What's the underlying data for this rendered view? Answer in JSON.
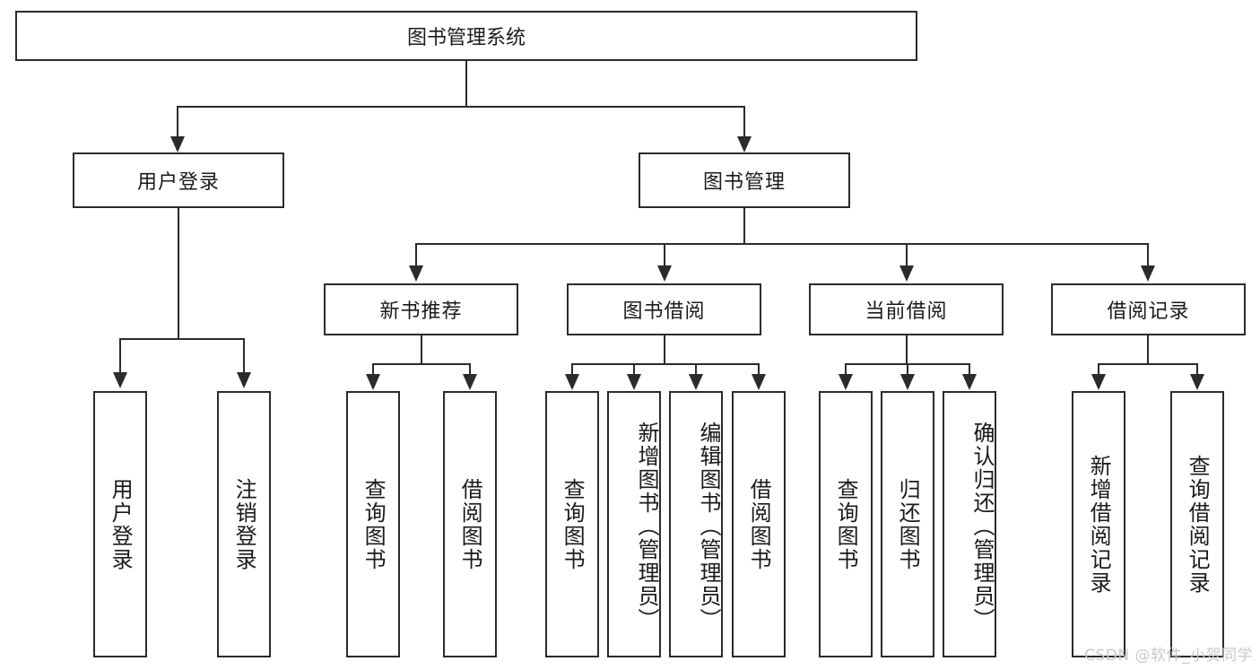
{
  "diagram": {
    "title": "图书管理系统",
    "type": "tree-hierarchy",
    "watermark": "CSDN @软件_小贺同学",
    "colors": {
      "stroke": "#2b2b2b",
      "fill": "#ffffff",
      "text": "#1a1a1a",
      "watermark": "#c9c9c9"
    },
    "root": {
      "label": "图书管理系统"
    },
    "level2": [
      {
        "label": "用户登录"
      },
      {
        "label": "图书管理"
      }
    ],
    "level3": [
      {
        "label": "新书推荐"
      },
      {
        "label": "图书借阅"
      },
      {
        "label": "当前借阅"
      },
      {
        "label": "借阅记录"
      }
    ],
    "leaves": {
      "user_login": [
        {
          "label": "用户登录"
        },
        {
          "label": "注销登录"
        }
      ],
      "new_book_recommend": [
        {
          "label": "查询图书"
        },
        {
          "label": "借阅图书"
        }
      ],
      "book_borrow": [
        {
          "label": "查询图书"
        },
        {
          "label": "新增图书（管理员）"
        },
        {
          "label": "编辑图书（管理员）"
        },
        {
          "label": "借阅图书"
        }
      ],
      "current_borrow": [
        {
          "label": "查询图书"
        },
        {
          "label": "归还图书"
        },
        {
          "label": "确认归还（管理员）"
        }
      ],
      "borrow_records": [
        {
          "label": "新增借阅记录"
        },
        {
          "label": "查询借阅记录"
        }
      ]
    }
  }
}
